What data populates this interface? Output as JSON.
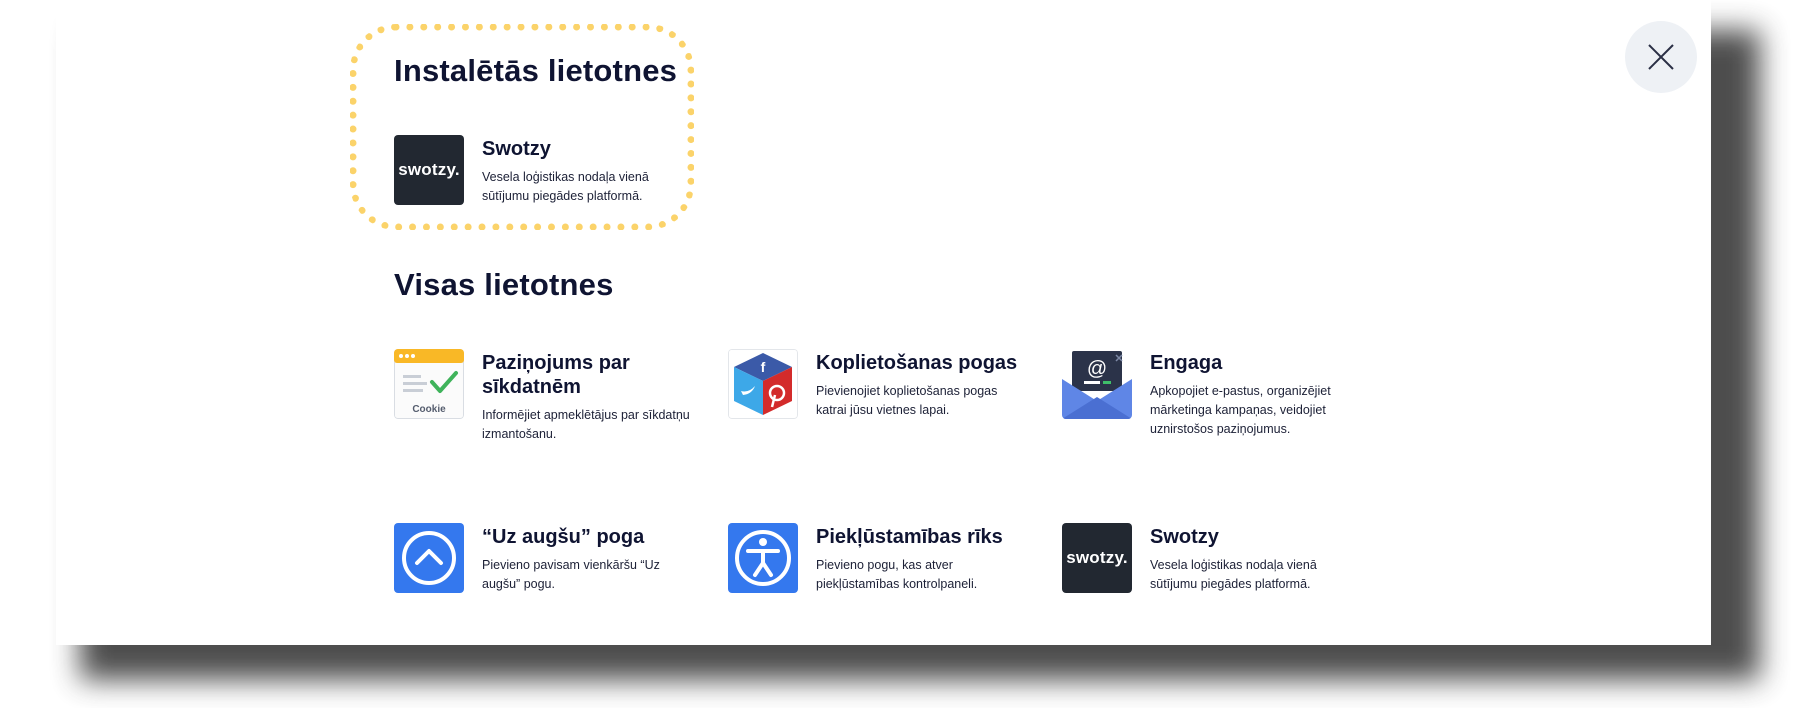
{
  "installed": {
    "title": "Instalētās lietotnes",
    "apps": [
      {
        "name": "Swotzy",
        "description": "Vesela loģistikas nodaļa vienā sūtījumu piegādes platformā.",
        "logo_text": "swotzy."
      }
    ]
  },
  "all": {
    "title": "Visas lietotnes",
    "apps": [
      {
        "name": "Paziņojums par sīkdatnēm",
        "description": "Informējiet apmeklētājus par sīkdatņu izmantošanu.",
        "logo_text": "Cookie"
      },
      {
        "name": "Koplietošanas pogas",
        "description": "Pievienojiet koplietošanas pogas katrai jūsu vietnes lapai."
      },
      {
        "name": "Engaga",
        "description": "Apkopojiet e-pastus, organizējiet mārketinga kampaņas, veidojiet uznirstošos paziņojumus."
      },
      {
        "name": "“Uz augšu” poga",
        "description": "Pievieno pavisam vienkāršu “Uz augšu” pogu."
      },
      {
        "name": "Piekļūstamības rīks",
        "description": "Pievieno pogu, kas atver piekļūstamības kontrolpaneli."
      },
      {
        "name": "Swotzy",
        "description": "Vesela loģistikas nodaļa vienā sūtījumu piegādes platformā.",
        "logo_text": "swotzy."
      }
    ]
  },
  "colors": {
    "highlight": "#fbd36a",
    "heading": "#0f1432",
    "accent_blue": "#3478ee",
    "swotzy_bg": "#222831"
  }
}
